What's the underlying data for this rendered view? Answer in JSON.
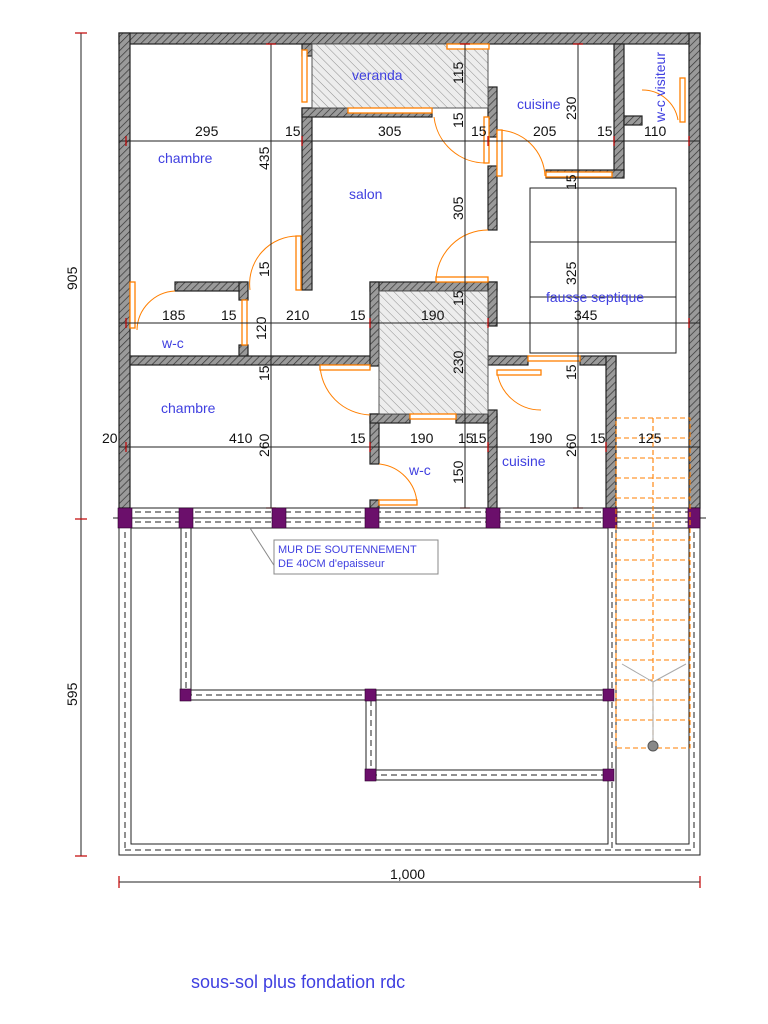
{
  "rooms": {
    "veranda": "veranda",
    "cuisine_top": "cuisine",
    "wc_visiteur": "w-c visiteur",
    "chambre_top": "chambre",
    "salon": "salon",
    "fausse_septique": "fausse septique",
    "wc_left": "w-c",
    "chambre_bottom": "chambre",
    "wc_center": "w-c",
    "cuisine_bottom": "cuisine"
  },
  "dimensions": {
    "row1": [
      "295",
      "15",
      "305",
      "15",
      "205",
      "15",
      "110"
    ],
    "row2": [
      "185",
      "15",
      "120",
      "210",
      "15",
      "190",
      "345"
    ],
    "row3": [
      "20",
      "410",
      "15",
      "190",
      "15",
      "15",
      "190",
      "15",
      "125"
    ],
    "vertical": [
      "115",
      "15",
      "230",
      "435",
      "15",
      "305",
      "15",
      "325",
      "15",
      "230",
      "15",
      "260",
      "150",
      "260",
      "15"
    ],
    "left_905": "905",
    "left_595": "595",
    "bottom_total": "1,000"
  },
  "annotation": {
    "line1": "MUR DE SOUTENNEMENT",
    "line2": "DE 40CM d'epaisseur"
  },
  "caption": "sous-sol plus fondation rdc",
  "colors": {
    "label_blue": "#3f3fe0",
    "door_orange": "#ff7f00",
    "column_purple": "#6b0f6b",
    "wall_grey": "#777777"
  }
}
